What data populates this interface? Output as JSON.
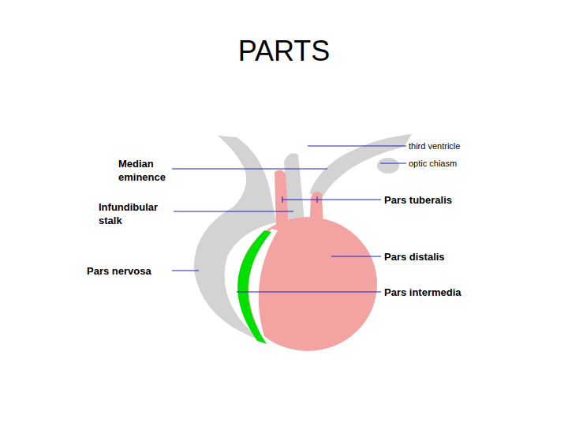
{
  "diagram": {
    "title": "PARTS",
    "labels": [
      "third ventricle",
      "Median eminence",
      "optic chiasm",
      "Pars tuberalis",
      "Infundibular stalk",
      "Pars distalis",
      "Pars nervosa",
      "Pars intermedia"
    ]
  }
}
